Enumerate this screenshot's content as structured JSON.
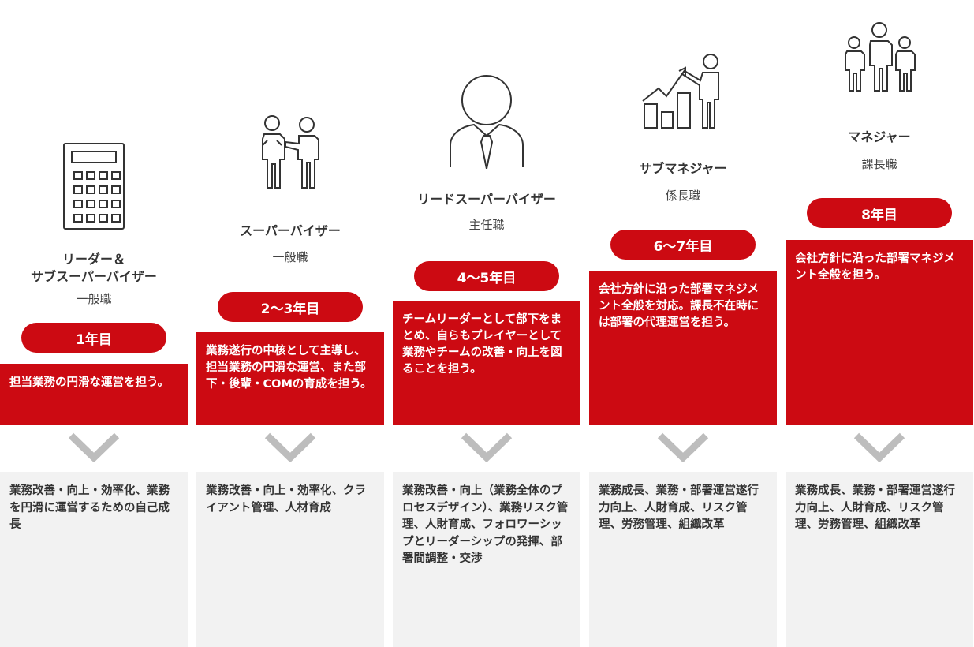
{
  "stages": [
    {
      "title_lines": [
        "リーダー＆",
        "サブスーパーバイザー"
      ],
      "grade": "一般職",
      "years": "1年目",
      "description": "担当業務の円滑な運営を担う。",
      "skills": "業務改善・向上・効率化、業務を円滑に運営するための自己成長",
      "icon": "calculator-icon"
    },
    {
      "title_lines": [
        "スーパーバイザー"
      ],
      "grade": "一般職",
      "years": "2～3年目",
      "description": "業務遂行の中核として主導し、担当業務の円滑な運営、また部下・後輩・COMの育成を担う。",
      "skills": "業務改善・向上・効率化、クライアント管理、人材育成",
      "icon": "two-people-icon"
    },
    {
      "title_lines": [
        "リードスーパーバイザー"
      ],
      "grade": "主任職",
      "years": "4～5年目",
      "description": "チームリーダーとして部下をまとめ、自らもプレイヤーとして業務やチームの改善・向上を図ることを担う。",
      "skills": "業務改善・向上（業務全体のプロセスデザイン）、業務リスク管理、人財育成、フォロワーシップとリーダーシップの発揮、部署間調整・交渉",
      "icon": "person-with-tie-icon"
    },
    {
      "title_lines": [
        "サブマネジャー"
      ],
      "grade": "係長職",
      "years": "6～7年目",
      "description": "会社方針に沿った部署マネジメント全般を対応。課長不在時には部署の代理運営を担う。",
      "skills": "業務成長、業務・部署運営遂行力向上、人財育成、リスク管理、労務管理、組織改革",
      "icon": "presenter-chart-icon"
    },
    {
      "title_lines": [
        "マネジャー"
      ],
      "grade": "課長職",
      "years": "8年目",
      "description": "会社方針に沿った部署マネジメント全般を担う。",
      "skills": "業務成長、業務・部署運営遂行力向上、人財育成、リスク管理、労務管理、組織改革",
      "icon": "team-group-icon"
    }
  ],
  "colors": {
    "accent": "#cc0a12",
    "panel": "#f2f2f2",
    "chevron": "#bdbdbd"
  }
}
